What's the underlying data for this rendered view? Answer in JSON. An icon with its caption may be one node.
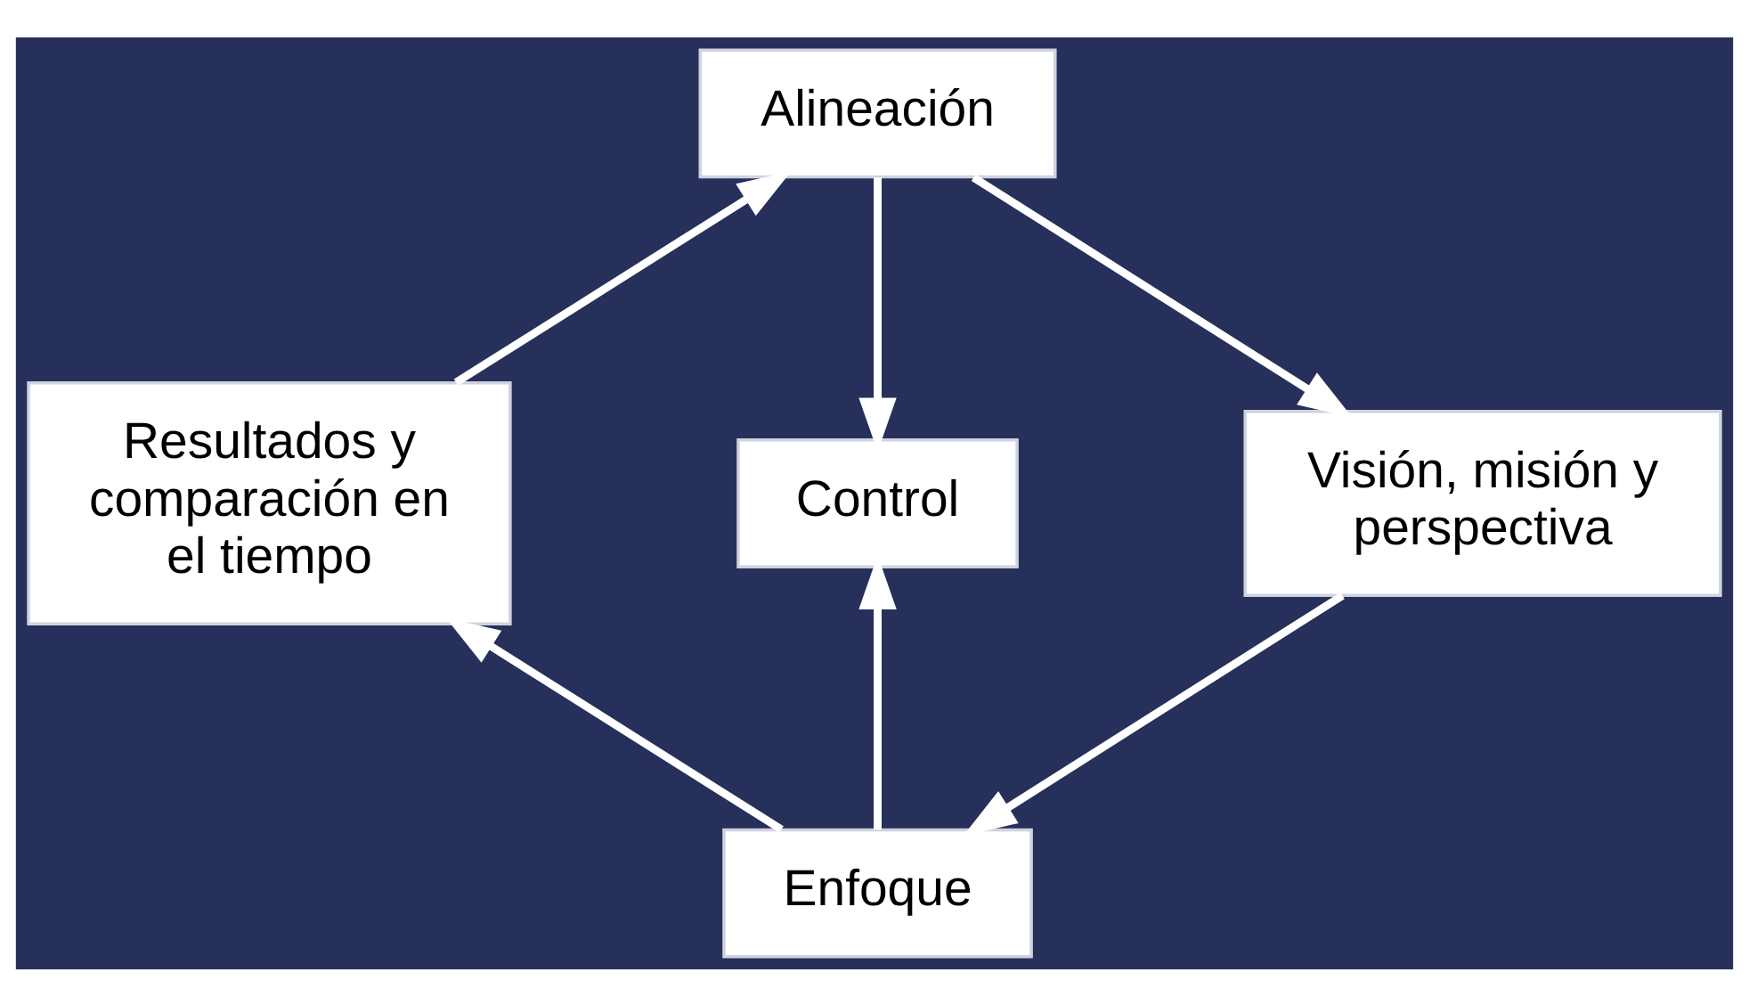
{
  "diagram": {
    "nodes": [
      {
        "text": [
          "Alineación"
        ]
      },
      {
        "text": [
          "Visión, misión y perspectiva"
        ]
      },
      {
        "text": [
          "Enfoque"
        ]
      },
      {
        "text": [
          "Resultados y comparación en el tiempo"
        ]
      },
      {
        "text": [
          "Control"
        ]
      }
    ],
    "edges": [
      {
        "from": 0,
        "to": 1,
        "arrow": "to"
      },
      {
        "from": 1,
        "to": 2,
        "arrow": "to"
      },
      {
        "from": 2,
        "to": 3,
        "arrow": "to"
      },
      {
        "from": 3,
        "to": 0,
        "arrow": "to"
      },
      {
        "from": 0,
        "to": 4,
        "arrow": "to"
      },
      {
        "from": 2,
        "to": 4,
        "arrow": "to"
      }
    ]
  }
}
